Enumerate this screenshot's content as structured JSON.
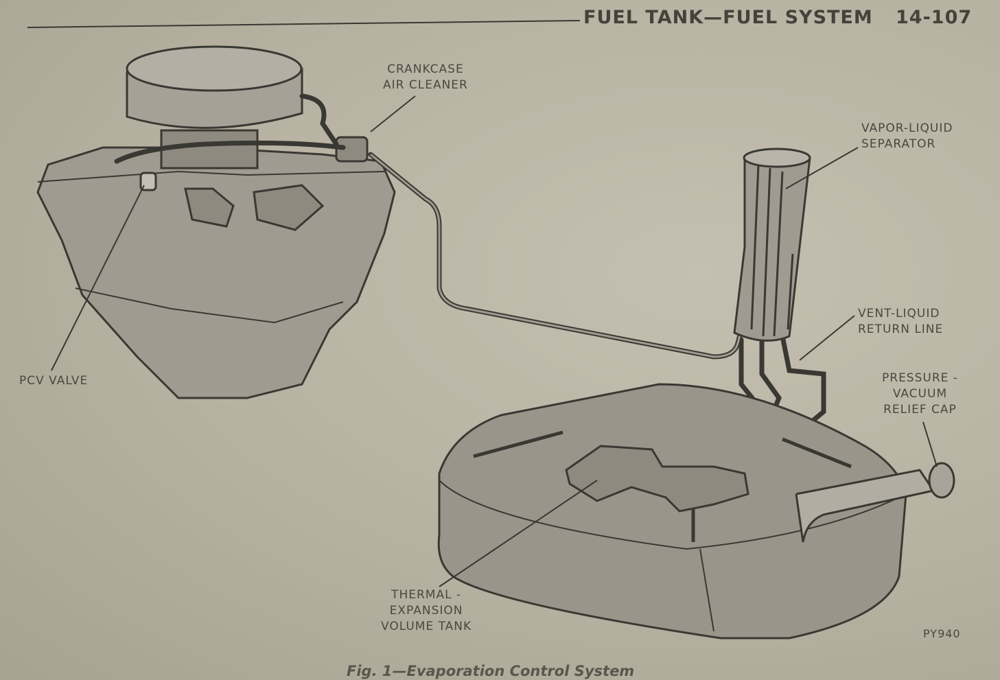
{
  "header": {
    "section_title": "FUEL TANK—FUEL SYSTEM",
    "page_number": "14-107"
  },
  "labels": {
    "crankcase_air_cleaner": [
      "CRANKCASE",
      "AIR CLEANER"
    ],
    "vapor_liquid_separator": [
      "VAPOR-LIQUID",
      "SEPARATOR"
    ],
    "pcv_valve": "PCV VALVE",
    "vent_liquid_return_line": [
      "VENT-LIQUID",
      "RETURN LINE"
    ],
    "pressure_vacuum_relief_cap": [
      "PRESSURE -",
      "VACUUM",
      "RELIEF CAP"
    ],
    "thermal_expansion_volume_tank": [
      "THERMAL -",
      "EXPANSION",
      "VOLUME TANK"
    ]
  },
  "figure_code": "PY940",
  "caption": "Fig. 1—Evaporation Control System",
  "colors": {
    "paper": "#b9b3a3",
    "fill": "#9c978d",
    "ink": "#3a3833"
  }
}
